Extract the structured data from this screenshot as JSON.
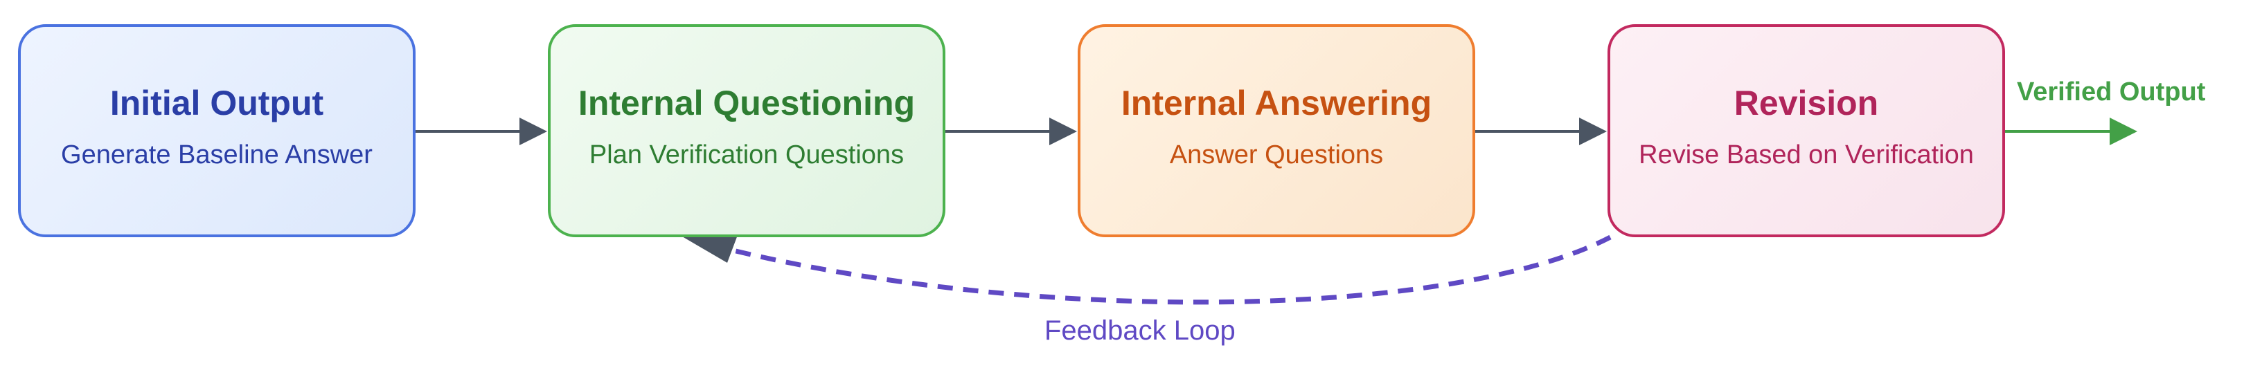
{
  "nodes": [
    {
      "title": "Initial Output",
      "subtitle": "Generate Baseline Answer"
    },
    {
      "title": "Internal Questioning",
      "subtitle": "Plan Verification Questions"
    },
    {
      "title": "Internal Answering",
      "subtitle": "Answer Questions"
    },
    {
      "title": "Revision",
      "subtitle": "Revise Based on Verification"
    }
  ],
  "edges": {
    "output_label": "Verified Output",
    "loop_label": "Feedback Loop"
  },
  "colors": {
    "initial": "#4a72e0",
    "questioning": "#4cb24e",
    "answering": "#ef7d2f",
    "revision": "#c2295f",
    "arrow": "#4b5563",
    "output_arrow": "#43a047",
    "loop": "#5f49c4"
  }
}
